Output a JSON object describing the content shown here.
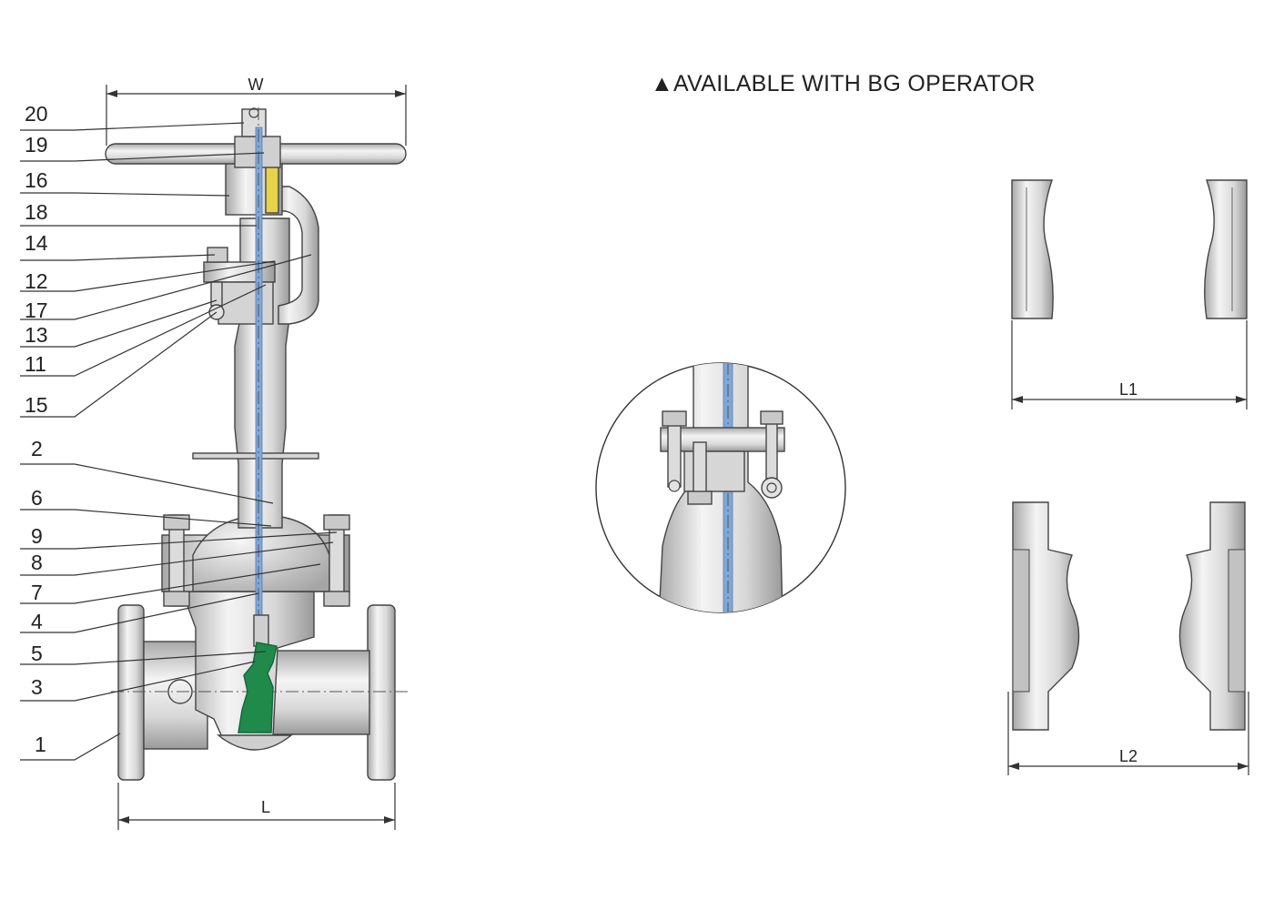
{
  "note": {
    "text": "▲AVAILABLE WITH BG OPERATOR"
  },
  "callouts": [
    "20",
    "19",
    "16",
    "18",
    "14",
    "12",
    "17",
    "13",
    "11",
    "15",
    "2",
    "6",
    "9",
    "8",
    "7",
    "4",
    "5",
    "3",
    "1"
  ],
  "dimensions": {
    "width": "W",
    "length": "L",
    "length_1": "L1",
    "length_2": "L2"
  },
  "colors": {
    "metal_light": "#eeeeee",
    "metal_mid": "#d2d2d2",
    "metal_dark": "#a9a9a9",
    "stem": "#7fa7d8",
    "gland_nut": "#e7d24a",
    "wedge": "#1f8a4a",
    "outline": "#444444"
  }
}
